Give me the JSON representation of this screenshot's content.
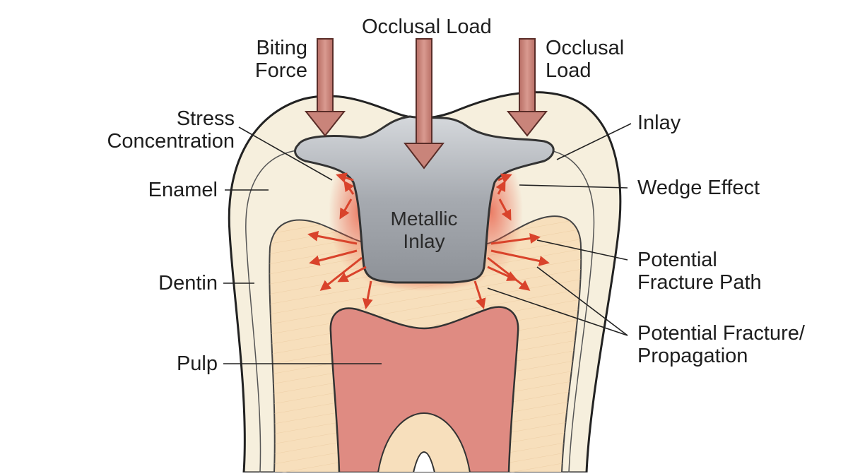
{
  "diagram": {
    "labels": {
      "occlusal_load_top": "Occlusal Load",
      "biting_force_line1": "Biting",
      "biting_force_line2": "Force",
      "occlusal_load_right_line1": "Occlusal",
      "occlusal_load_right_line2": "Load",
      "stress_concentration_line1": "Stress",
      "stress_concentration_line2": "Concentration",
      "enamel": "Enamel",
      "dentin": "Dentin",
      "pulp": "Pulp",
      "inlay": "Inlay",
      "wedge_effect": "Wedge Effect",
      "potential_fracture_path_line1": "Potential",
      "potential_fracture_path_line2": "Fracture Path",
      "potential_fracture_propagation_line1": "Potential Fracture/",
      "potential_fracture_propagation_line2": "Propagation",
      "metallic_inlay_line1": "Metallic",
      "metallic_inlay_line2": "Inlay"
    },
    "colors": {
      "enamel": "#f6efdd",
      "dentin": "#f7dfbc",
      "pulp": "#df8b82",
      "inlay": "#a9adb3",
      "load_arrow": "#c9847a",
      "stress_arrow": "#d9432b",
      "outline": "#222222"
    }
  }
}
